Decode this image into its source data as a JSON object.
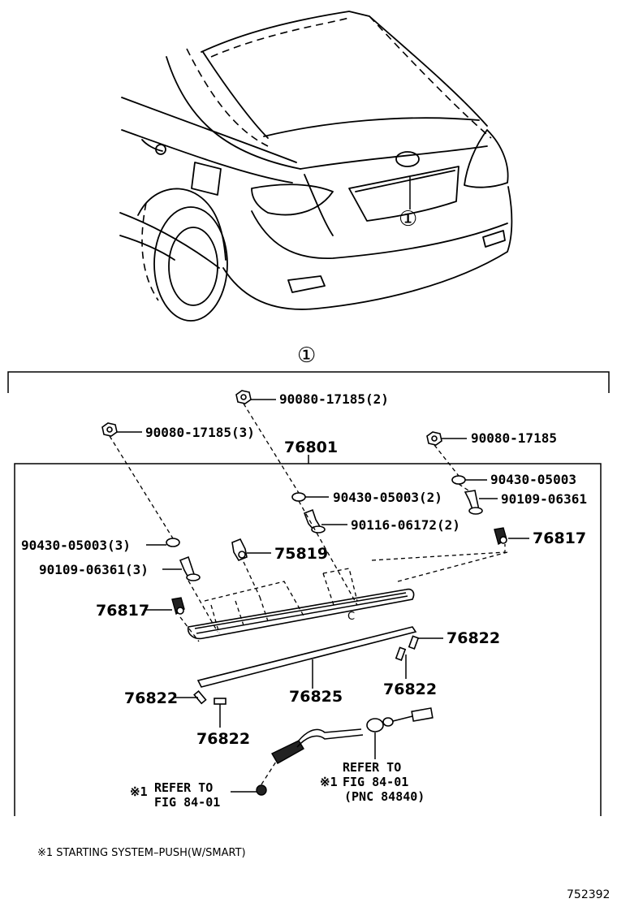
{
  "callouts": {
    "car_ref": "①",
    "group_ref": "①"
  },
  "parts": {
    "p1": "90080-17185(2)",
    "p2": "90080-17185(3)",
    "p3": "90080-17185",
    "p4": "76801",
    "p5": "90430-05003",
    "p6": "90430-05003(2)",
    "p7": "90109-06361",
    "p8": "90116-06172(2)",
    "p9": "76817",
    "p10": "90430-05003(3)",
    "p11": "75819",
    "p12": "90109-06361(3)",
    "p13": "76817",
    "p14": "76822",
    "p15": "76822",
    "p16": "76825",
    "p17": "76822",
    "p18": "76822"
  },
  "refs": {
    "right_line1": "REFER TO",
    "right_mark": "※1",
    "right_line2": "FIG 84-01",
    "right_line3": "(PNC 84840)",
    "left_mark": "※1",
    "left_line1": "REFER TO",
    "left_line2": "FIG 84-01"
  },
  "footnote": "※1 STARTING SYSTEM–PUSH(W/SMART)",
  "figure_code": "752392"
}
